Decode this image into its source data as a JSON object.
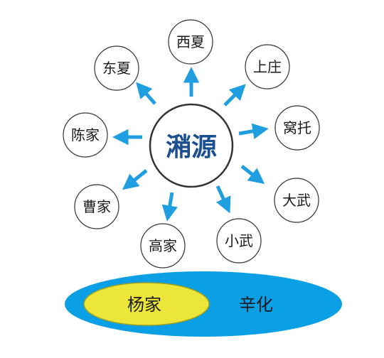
{
  "center": {
    "label": "潲源"
  },
  "nodes": [
    {
      "id": "xixia",
      "label": "西夏"
    },
    {
      "id": "shangzhuang",
      "label": "上庄"
    },
    {
      "id": "wotuo",
      "label": "窝托"
    },
    {
      "id": "dawu",
      "label": "大武"
    },
    {
      "id": "xiaowu",
      "label": "小武"
    },
    {
      "id": "gaojia",
      "label": "高家"
    },
    {
      "id": "caojia",
      "label": "曹家"
    },
    {
      "id": "chenjia",
      "label": "陈家"
    },
    {
      "id": "dongxia",
      "label": "东夏"
    }
  ],
  "base": {
    "inner_label": "杨家",
    "outer_label": "辛化"
  },
  "colors": {
    "arrow": "#1f9ee0",
    "center_text": "#1b4f8f",
    "node_stroke": "#333333",
    "outer_ellipse": "#0b9fe6",
    "inner_ellipse": "#ede63a",
    "inner_ellipse_stroke": "#9aa020"
  }
}
